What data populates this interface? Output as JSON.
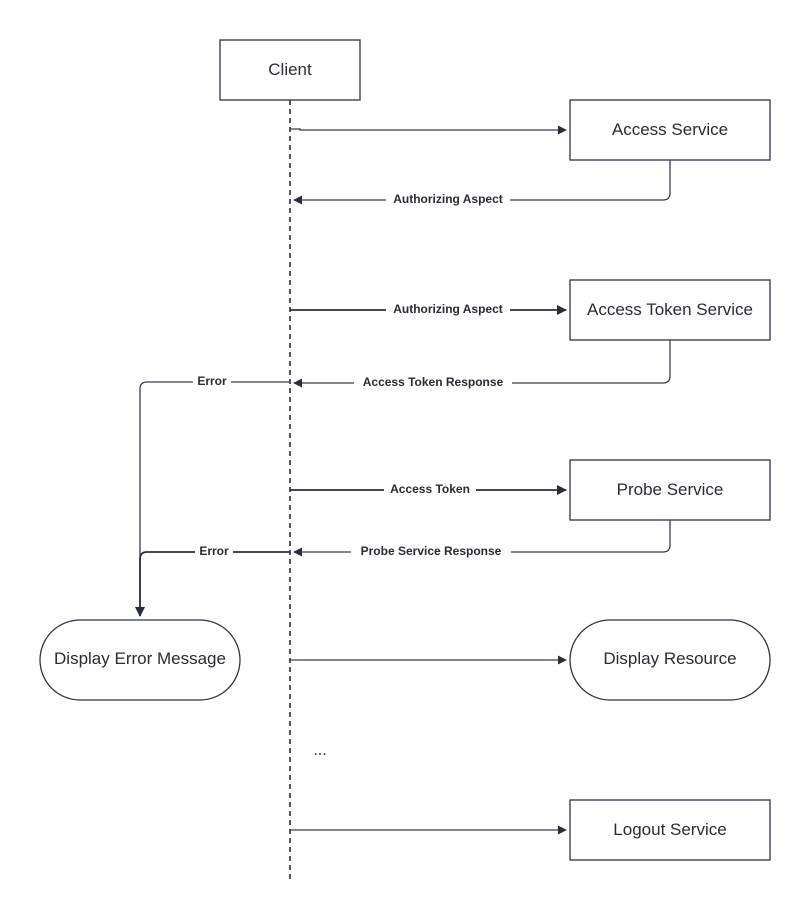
{
  "nodes": {
    "client": "Client",
    "access_service": "Access Service",
    "access_token_service": "Access Token Service",
    "probe_service": "Probe Service",
    "display_error_message": "Display Error Message",
    "display_resource": "Display Resource",
    "logout_service": "Logout Service"
  },
  "edges": {
    "authorizing_aspect_return": "Authorizing Aspect",
    "authorizing_aspect_request": "Authorizing Aspect",
    "access_token_response": "Access Token Response",
    "error_1": "Error",
    "access_token": "Access Token",
    "probe_service_response": "Probe Service Response",
    "error_2": "Error"
  },
  "ellipsis": "..."
}
